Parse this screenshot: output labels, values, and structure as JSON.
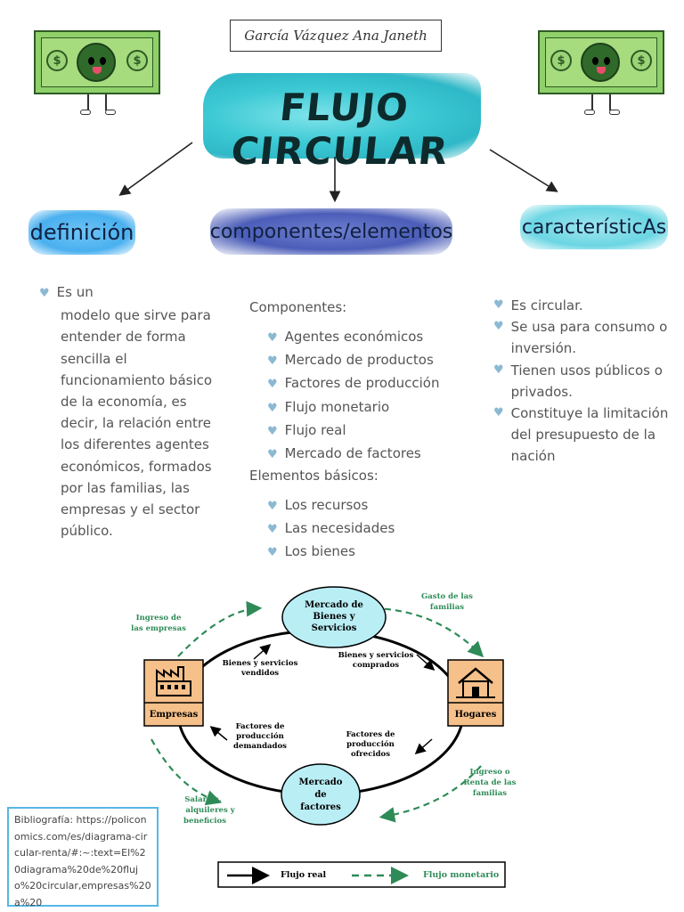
{
  "author": "García Vázquez Ana Janeth",
  "title": "FLUJO CIRCULAR",
  "sections": {
    "definicion": "definición",
    "componentes": "componentes/elementos",
    "caracteristicas": "característicAs"
  },
  "definicion": {
    "first": "Es un",
    "text": "modelo que sirve para entender de forma sencilla el funcionamiento básico de la economía, es decir, la relación entre los diferentes agentes económicos, formados por las familias, las empresas y el sector público."
  },
  "componentes": {
    "label": "Componentes:",
    "items": [
      "Agentes económicos",
      "Mercado de productos",
      "Factores de producción",
      "Flujo monetario",
      "Flujo real",
      "Mercado de factores"
    ]
  },
  "elementos": {
    "label": "Elementos básicos:",
    "items": [
      "Los recursos",
      "Las necesidades",
      "Los bienes"
    ]
  },
  "caracteristicas": {
    "items": [
      "Es circular.",
      "Se usa para consumo o inversión.",
      "Tienen usos públicos o privados.",
      "Constituye la limitación del presupuesto de la nación"
    ]
  },
  "diagram": {
    "mercado_bienes": [
      "Mercado de",
      "Bienes y",
      "Servicios"
    ],
    "mercado_factores": [
      "Mercado",
      "de",
      "factores"
    ],
    "empresas": "Empresas",
    "hogares": "Hogares",
    "ingreso_empresas": [
      "Ingreso de",
      "las empresas"
    ],
    "gasto_familias": [
      "Gasto de las",
      "familias"
    ],
    "bienes_vendidos": [
      "Bienes y servicios",
      "vendidos"
    ],
    "bienes_comprados": [
      "Bienes y servicios",
      "comprados"
    ],
    "factores_demandados": [
      "Factores de",
      "producción",
      "demandados"
    ],
    "factores_ofrecidos": [
      "Factores de",
      "producción",
      "ofrecidos"
    ],
    "salarios": [
      "Salarios,",
      "alquileres    y",
      "beneficios"
    ],
    "ingreso_renta": [
      "Ingreso o",
      "Renta de las",
      "familias"
    ],
    "legend_real": "Flujo real",
    "legend_monetario": "Flujo monetario",
    "colors": {
      "real": "#000000",
      "monetario": "#2e8b57",
      "box": "#f6c08a"
    }
  },
  "bibliografia": "Bibliografía: https://policonomics.com/es/diagrama-circular-renta/#:~:text=El%20diagrama%20de%20flujo%20circular,empresas%20a%20"
}
